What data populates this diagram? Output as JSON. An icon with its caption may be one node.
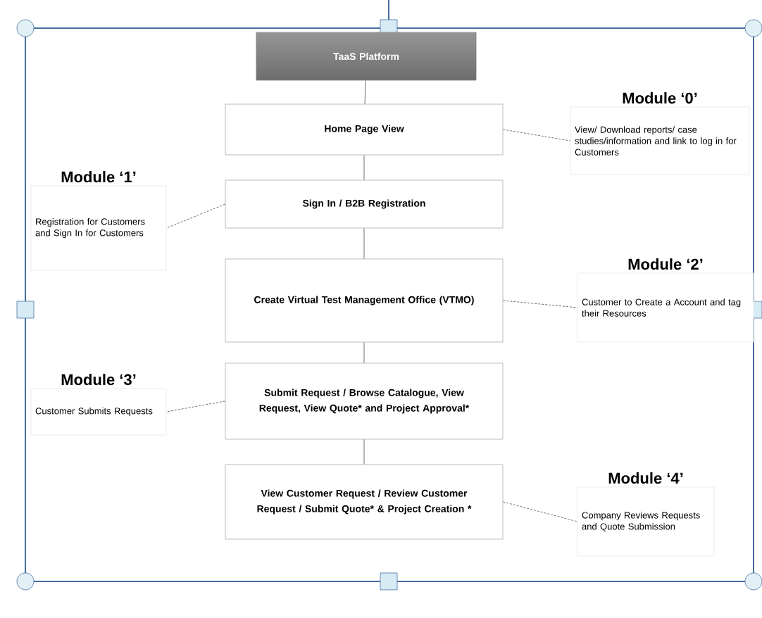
{
  "diagram": {
    "nodes": [
      {
        "text": [
          "TaaS Platform"
        ]
      },
      {
        "text": [
          "Home Page View"
        ]
      },
      {
        "text": [
          "Sign In / B2B Registration"
        ]
      },
      {
        "text": [
          "Create Virtual Test Management Office (VTMO)"
        ]
      },
      {
        "text": [
          "Submit Request / Browse Catalogue, View Request, View Quote* and Project Approval*"
        ]
      },
      {
        "text": [
          "View Customer Request / Review Customer Request / Submit Quote* & Project Creation *"
        ]
      },
      {
        "text": [
          "Module ‘0’",
          "View/ Download reports/ case studies/information and link to log in for Customers"
        ]
      },
      {
        "text": [
          "Module ‘1’",
          "Registration for Customers and Sign In for Customers"
        ]
      },
      {
        "text": [
          "Module ‘2’",
          "Customer to Create a Account and tag their Resources"
        ]
      },
      {
        "text": [
          "Module ‘3’",
          "Customer Submits Requests"
        ]
      },
      {
        "text": [
          "Module ‘4’",
          "Company Reviews Requests and Quote Submission"
        ]
      }
    ],
    "edges": [
      {
        "from": 0,
        "to": 1,
        "arrow": "none"
      },
      {
        "from": 1,
        "to": 2,
        "arrow": "none"
      },
      {
        "from": 2,
        "to": 3,
        "arrow": "none"
      },
      {
        "from": 3,
        "to": 4,
        "arrow": "none"
      },
      {
        "from": 4,
        "to": 5,
        "arrow": "none"
      },
      {
        "from": 1,
        "to": 6,
        "arrow": "none",
        "style": "dashed"
      },
      {
        "from": 2,
        "to": 7,
        "arrow": "none",
        "style": "dashed"
      },
      {
        "from": 3,
        "to": 8,
        "arrow": "none",
        "style": "dashed"
      },
      {
        "from": 4,
        "to": 9,
        "arrow": "none",
        "style": "dashed"
      },
      {
        "from": 5,
        "to": 10,
        "arrow": "none",
        "style": "dashed"
      }
    ]
  }
}
